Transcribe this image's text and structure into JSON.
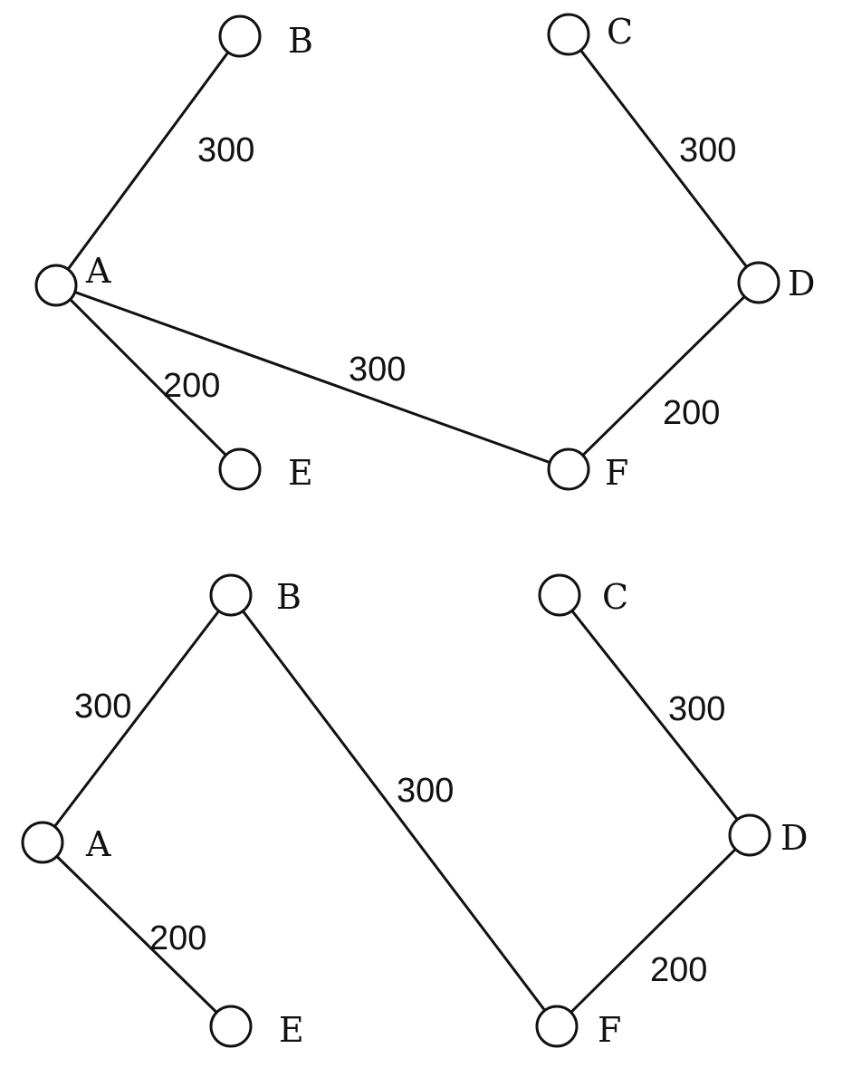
{
  "graphs": [
    {
      "nodes": [
        {
          "id": "A",
          "label": "A"
        },
        {
          "id": "B",
          "label": "B"
        },
        {
          "id": "C",
          "label": "C"
        },
        {
          "id": "D",
          "label": "D"
        },
        {
          "id": "E",
          "label": "E"
        },
        {
          "id": "F",
          "label": "F"
        }
      ],
      "edges": [
        {
          "from": "A",
          "to": "B",
          "weight": "300"
        },
        {
          "from": "A",
          "to": "E",
          "weight": "200"
        },
        {
          "from": "A",
          "to": "F",
          "weight": "300"
        },
        {
          "from": "C",
          "to": "D",
          "weight": "300"
        },
        {
          "from": "D",
          "to": "F",
          "weight": "200"
        }
      ]
    },
    {
      "nodes": [
        {
          "id": "A",
          "label": "A"
        },
        {
          "id": "B",
          "label": "B"
        },
        {
          "id": "C",
          "label": "C"
        },
        {
          "id": "D",
          "label": "D"
        },
        {
          "id": "E",
          "label": "E"
        },
        {
          "id": "F",
          "label": "F"
        }
      ],
      "edges": [
        {
          "from": "A",
          "to": "B",
          "weight": "300"
        },
        {
          "from": "A",
          "to": "E",
          "weight": "200"
        },
        {
          "from": "B",
          "to": "F",
          "weight": "300"
        },
        {
          "from": "C",
          "to": "D",
          "weight": "300"
        },
        {
          "from": "D",
          "to": "F",
          "weight": "200"
        }
      ]
    }
  ]
}
